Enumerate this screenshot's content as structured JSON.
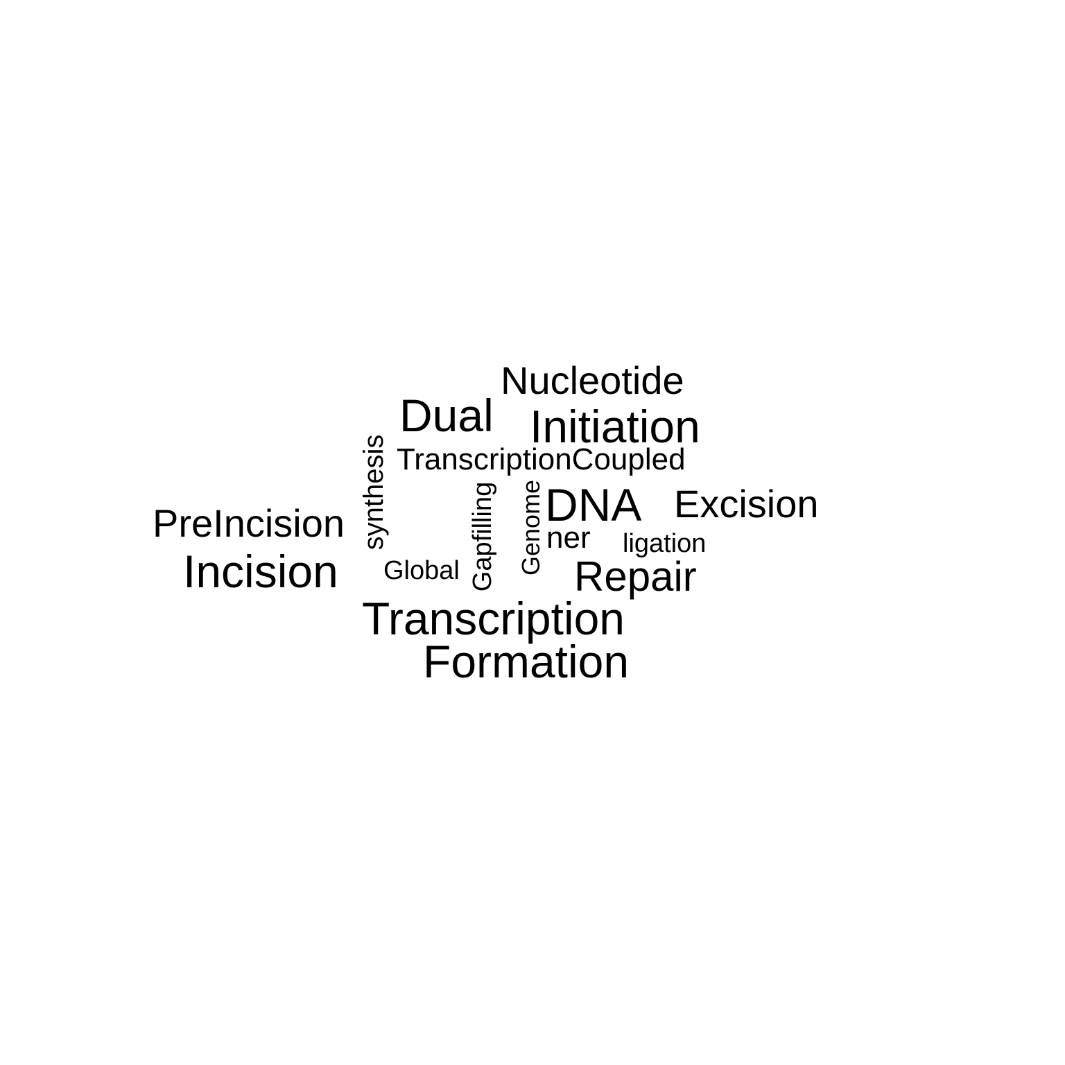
{
  "text_color": "#000000",
  "background_color": "#ffffff",
  "words": {
    "nucleotide": "Nucleotide",
    "dual": "Dual",
    "initiation": "Initiation",
    "transcription_coupled": "TranscriptionCoupled",
    "synthesis": "synthesis",
    "dna": "DNA",
    "excision": "Excision",
    "preincision": "PreIncision",
    "gapfilling": "Gapfilling",
    "genome": "Genome",
    "ner": "ner",
    "ligation": "ligation",
    "incision": "Incision",
    "global": "Global",
    "repair": "Repair",
    "transcription": "Transcription",
    "formation": "Formation"
  }
}
